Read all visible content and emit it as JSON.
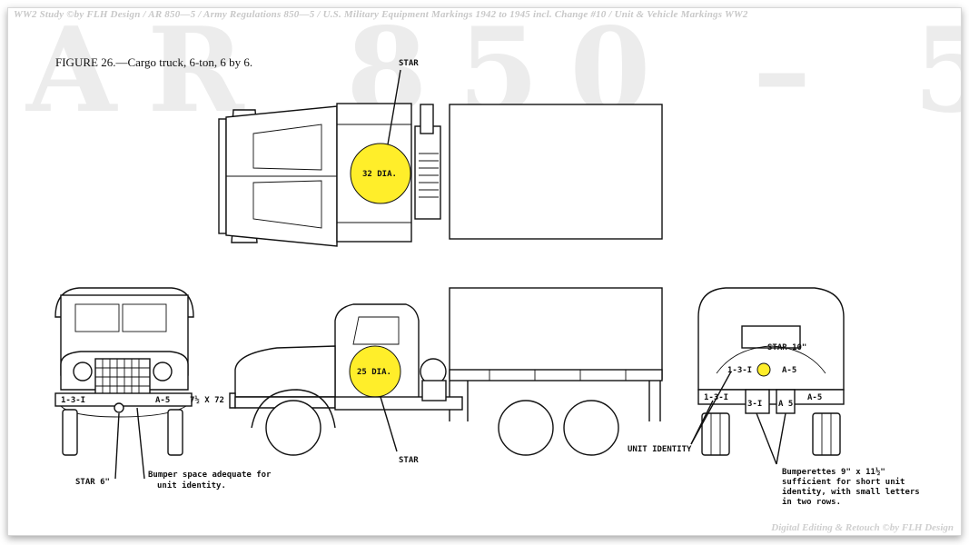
{
  "header_watermark": "WW2 Study ©by FLH Design / AR 850—5 / Army Regulations 850—5 / U.S. Military Equipment Markings 1942 to 1945 incl. Change #10 / Unit & Vehicle Markings WW2",
  "big_watermark": "AR 850 – 5",
  "figure_caption": "FIGURE 26.—Cargo truck, 6-ton, 6 by 6.",
  "footer_credit": "Digital Editing & Retouch ©by FLH Design",
  "colors": {
    "star_fill": "#ffee2a",
    "line": "#111111"
  },
  "top_view": {
    "star_label": "STAR",
    "star_size": "32 DIA."
  },
  "front_view": {
    "bumper_left": "1-3-I",
    "bumper_right": "A-5",
    "bumper_dim": "7½ X 72",
    "star_callout": "STAR 6\"",
    "bumper_note": "Bumper space adequate for unit identity."
  },
  "side_view": {
    "star_size": "25 DIA.",
    "star_label": "STAR"
  },
  "rear_view": {
    "star_callout": "STAR 10\"",
    "bumper_left": "1-3-I",
    "bumper_right": "A-5",
    "upper_left": "1-3-I",
    "upper_right": "A-5",
    "bumperette_left": "3-I",
    "bumperette_right": "A 5",
    "unit_identity_label": "UNIT IDENTITY",
    "bumperettes_note": "Bumperettes 9\" x 11½\" sufficient for short unit identity, with small letters in two rows."
  }
}
